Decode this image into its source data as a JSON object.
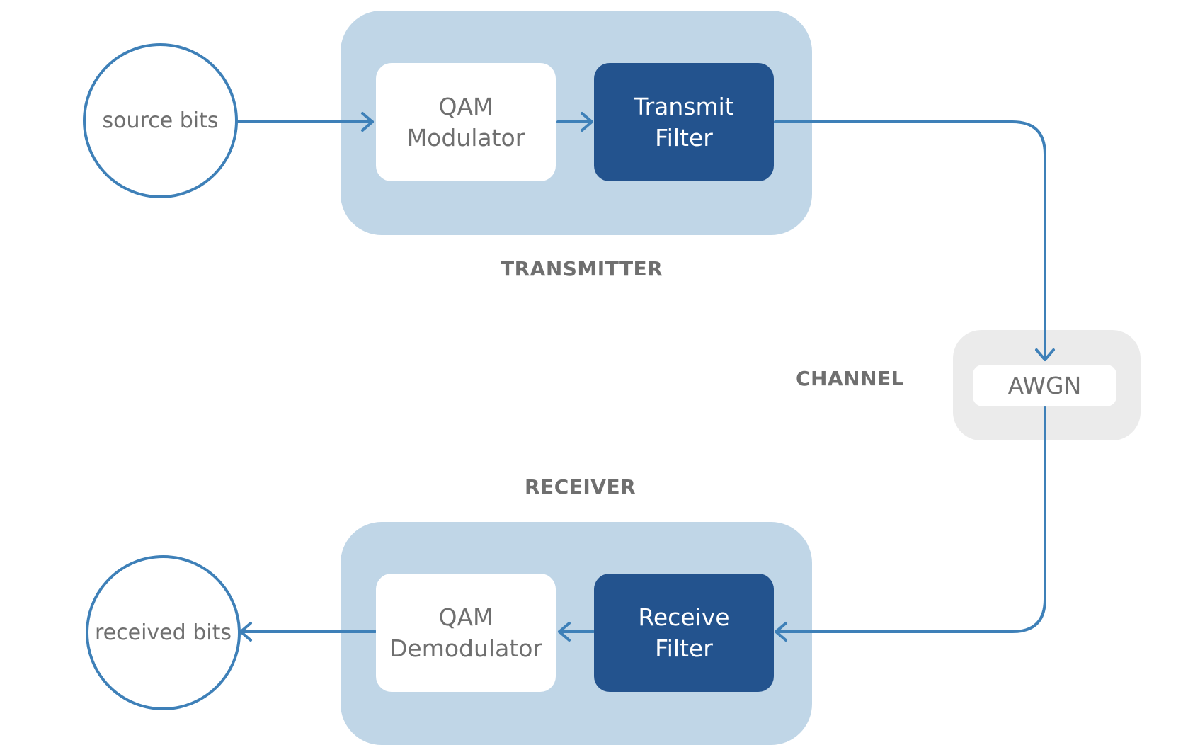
{
  "nodes": {
    "source": "source bits",
    "received": "received bits",
    "qam_mod": [
      "QAM",
      "Modulator"
    ],
    "tx_filter": [
      "Transmit",
      "Filter"
    ],
    "qam_demod": [
      "QAM",
      "Demodulator"
    ],
    "rx_filter": [
      "Receive",
      "Filter"
    ],
    "awgn": "AWGN"
  },
  "groups": {
    "transmitter": "TRANSMITTER",
    "channel": "CHANNEL",
    "receiver": "RECEIVER"
  },
  "colors": {
    "wire": "#3e80b8",
    "group_fill": "#c0d6e7",
    "channel_fill": "#ebebeb",
    "dark_block": "#23538e"
  }
}
